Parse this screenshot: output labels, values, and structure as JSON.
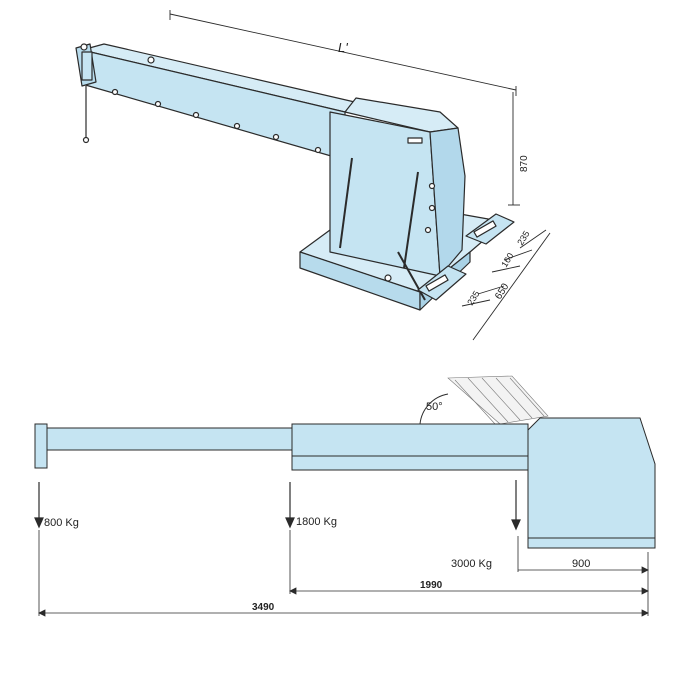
{
  "top_view": {
    "dim_length": "L'",
    "dim_height": "870",
    "dim_depth": "650",
    "dim_pad_a": "235",
    "dim_gap": "160",
    "dim_pad_b": "235"
  },
  "side_view": {
    "angle": "50°",
    "load_tip": "800 Kg",
    "load_mid": "1800 Kg",
    "load_base": "3000 Kg",
    "dim_base": "900",
    "dim_mid": "1990",
    "dim_total": "3490"
  },
  "colors": {
    "fill": "#c5e4f2",
    "stroke": "#2b2b2b"
  }
}
